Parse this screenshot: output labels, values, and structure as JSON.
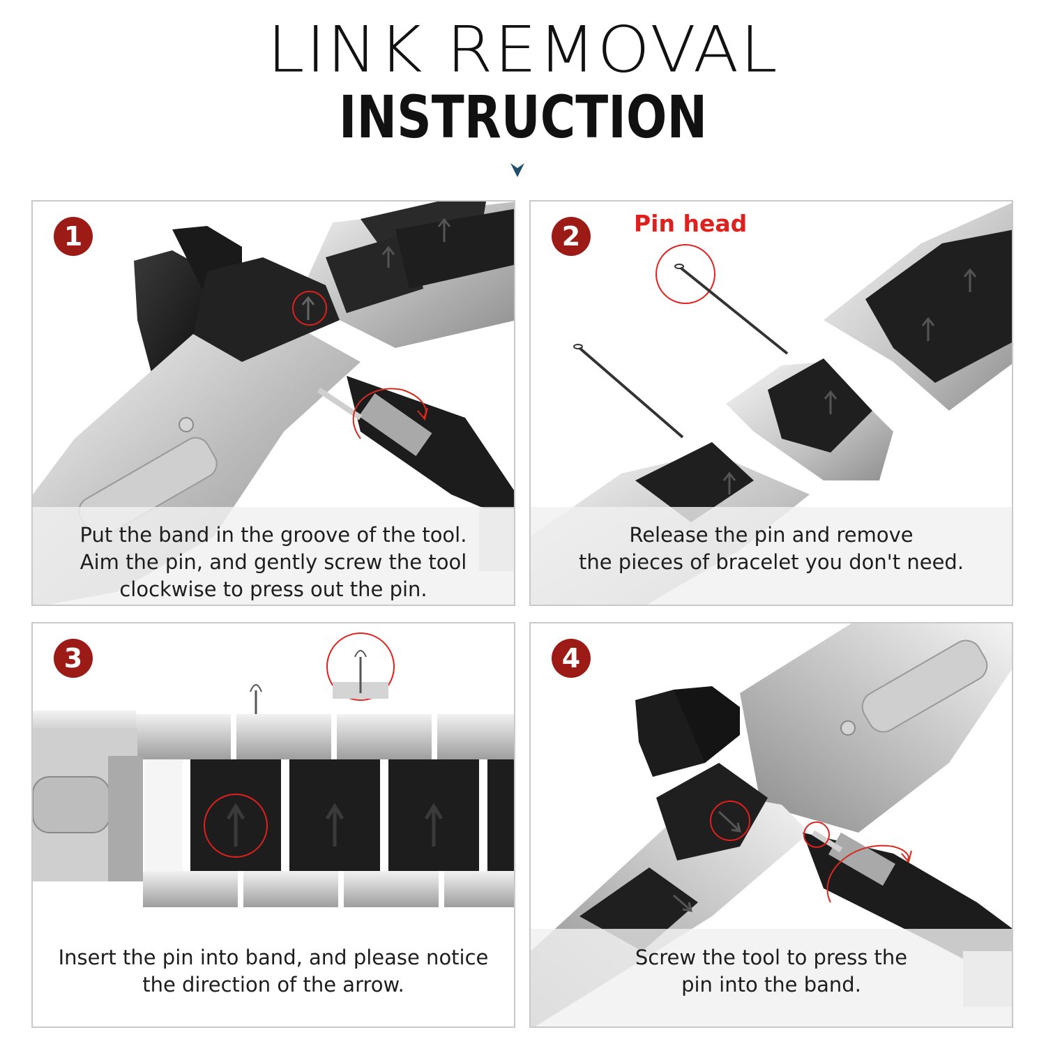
{
  "header": {
    "title_line1": "LINK REMOVAL",
    "title_line2": "INSTRUCTION"
  },
  "colors": {
    "badge": "#9c1b16",
    "highlight_red": "#e0201c",
    "title_text": "#111111",
    "chevron": "#1f4f6b"
  },
  "steps": [
    {
      "number": "1",
      "caption_lines": [
        "Put the band in the groove of the tool.",
        "Aim the pin, and gently screw the tool",
        "clockwise to press out the pin."
      ]
    },
    {
      "number": "2",
      "annotation": "Pin head",
      "caption_lines": [
        "Release the pin and remove",
        "the pieces of bracelet you don't need."
      ]
    },
    {
      "number": "3",
      "caption_lines": [
        "Insert the pin into band, and please notice",
        "the direction of the arrow."
      ]
    },
    {
      "number": "4",
      "caption_lines": [
        "Screw the tool to press the",
        "pin into the band."
      ]
    }
  ]
}
